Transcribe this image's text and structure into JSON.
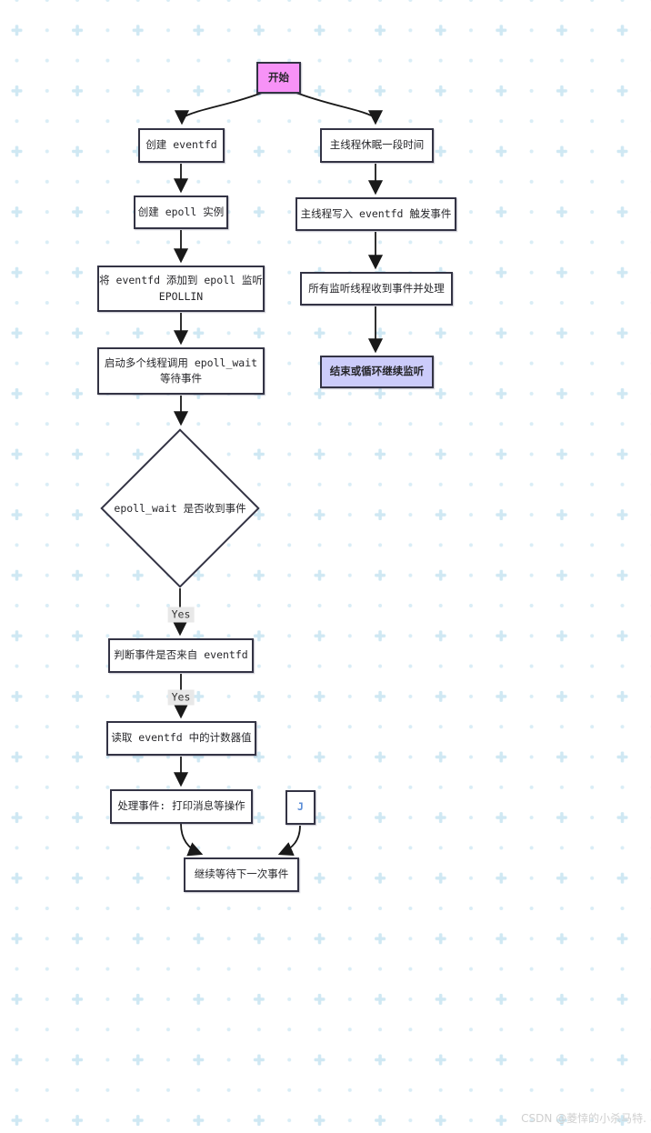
{
  "diagram": {
    "nodes": {
      "start": {
        "lines": [
          "开始"
        ]
      },
      "create_eventfd": {
        "lines": [
          "创建 eventfd"
        ]
      },
      "create_epoll_instance": {
        "lines": [
          "创建 epoll 实例"
        ]
      },
      "add_eventfd_to_epoll": {
        "lines": [
          "将 eventfd 添加到 epoll 监听",
          "EPOLLIN"
        ]
      },
      "start_threads": {
        "lines": [
          "启动多个线程调用 epoll_wait",
          "等待事件"
        ]
      },
      "epoll_wait_decision": {
        "lines": [
          "epoll_wait 是否收到事件"
        ]
      },
      "check_event_source": {
        "lines": [
          "判断事件是否来自 eventfd"
        ]
      },
      "read_counter": {
        "lines": [
          "读取 eventfd 中的计数器值"
        ]
      },
      "handle_event": {
        "lines": [
          "处理事件: 打印消息等操作"
        ]
      },
      "node_j": {
        "lines": [
          "J"
        ]
      },
      "continue_waiting": {
        "lines": [
          "继续等待下一次事件"
        ]
      },
      "main_thread_sleep": {
        "lines": [
          "主线程休眠一段时间"
        ]
      },
      "main_thread_write": {
        "lines": [
          "主线程写入 eventfd 触发事件"
        ]
      },
      "all_threads_receive": {
        "lines": [
          "所有监听线程收到事件并处理"
        ]
      },
      "end_or_loop": {
        "lines": [
          "结束或循环继续监听"
        ]
      }
    },
    "edge_labels": {
      "yes_1": "Yes",
      "yes_2": "Yes"
    },
    "colors": {
      "start_fill": "#f792f7",
      "end_fill": "#ccccfa",
      "node_border": "#333344",
      "edge": "#191919",
      "label_bg": "#e8e8e8",
      "grid_dot": "#d9edf6",
      "grid_plus": "#cfe8f3"
    },
    "watermark": "CSDN @菱悻的小杀马特."
  }
}
